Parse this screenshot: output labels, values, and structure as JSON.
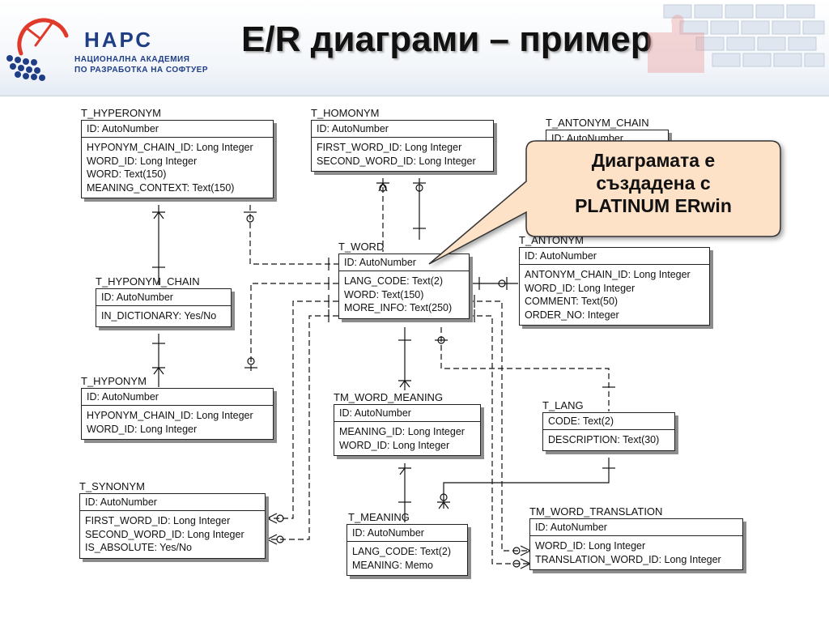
{
  "header": {
    "logo_text": "НАРС",
    "logo_sub_1": "НАЦИОНАЛНА АКАДЕМИЯ",
    "logo_sub_2": "ПО РАЗРАБОТКА НА СОФТУЕР",
    "title": "E/R диаграми – пример"
  },
  "callout": {
    "line1": "Диаграмата е",
    "line2": "създадена с",
    "line3": "PLATINUM ERwin"
  },
  "entities": {
    "hyperonym": {
      "name": "T_HYPERONYM",
      "key": "ID: AutoNumber",
      "attrs": [
        "HYPONYM_CHAIN_ID: Long Integer",
        "WORD_ID: Long Integer",
        "WORD: Text(150)",
        "MEANING_CONTEXT: Text(150)"
      ]
    },
    "homonym": {
      "name": "T_HOMONYM",
      "key": "ID: AutoNumber",
      "attrs": [
        "FIRST_WORD_ID: Long Integer",
        "SECOND_WORD_ID: Long Integer"
      ]
    },
    "antonym_chain": {
      "name": "T_ANTONYM_CHAIN",
      "key": "ID: AutoNumber",
      "attrs": []
    },
    "word": {
      "name": "T_WORD",
      "key": "ID: AutoNumber",
      "attrs": [
        "LANG_CODE: Text(2)",
        "WORD: Text(150)",
        "MORE_INFO: Text(250)"
      ]
    },
    "antonym": {
      "name": "T_ANTONYM",
      "key": "ID: AutoNumber",
      "attrs": [
        "ANTONYM_CHAIN_ID: Long Integer",
        "WORD_ID: Long Integer",
        "COMMENT: Text(50)",
        "ORDER_NO: Integer"
      ]
    },
    "hyponym_chain": {
      "name": "T_HYPONYM_CHAIN",
      "key": "ID: AutoNumber",
      "attrs": [
        "IN_DICTIONARY: Yes/No"
      ]
    },
    "hyponym": {
      "name": "T_HYPONYM",
      "key": "ID: AutoNumber",
      "attrs": [
        "HYPONYM_CHAIN_ID: Long Integer",
        "WORD_ID: Long Integer"
      ]
    },
    "word_meaning": {
      "name": "TM_WORD_MEANING",
      "key": "ID: AutoNumber",
      "attrs": [
        "MEANING_ID: Long Integer",
        "WORD_ID: Long Integer"
      ]
    },
    "lang": {
      "name": "T_LANG",
      "key": "CODE: Text(2)",
      "attrs": [
        "DESCRIPTION: Text(30)"
      ]
    },
    "synonym": {
      "name": "T_SYNONYM",
      "key": "ID: AutoNumber",
      "attrs": [
        "FIRST_WORD_ID: Long Integer",
        "SECOND_WORD_ID: Long Integer",
        "IS_ABSOLUTE: Yes/No"
      ]
    },
    "meaning": {
      "name": "T_MEANING",
      "key": "ID: AutoNumber",
      "attrs": [
        "LANG_CODE: Text(2)",
        "MEANING: Memo"
      ]
    },
    "word_translation": {
      "name": "TM_WORD_TRANSLATION",
      "key": "ID: AutoNumber",
      "attrs": [
        "WORD_ID: Long Integer",
        "TRANSLATION_WORD_ID: Long Integer"
      ]
    }
  }
}
